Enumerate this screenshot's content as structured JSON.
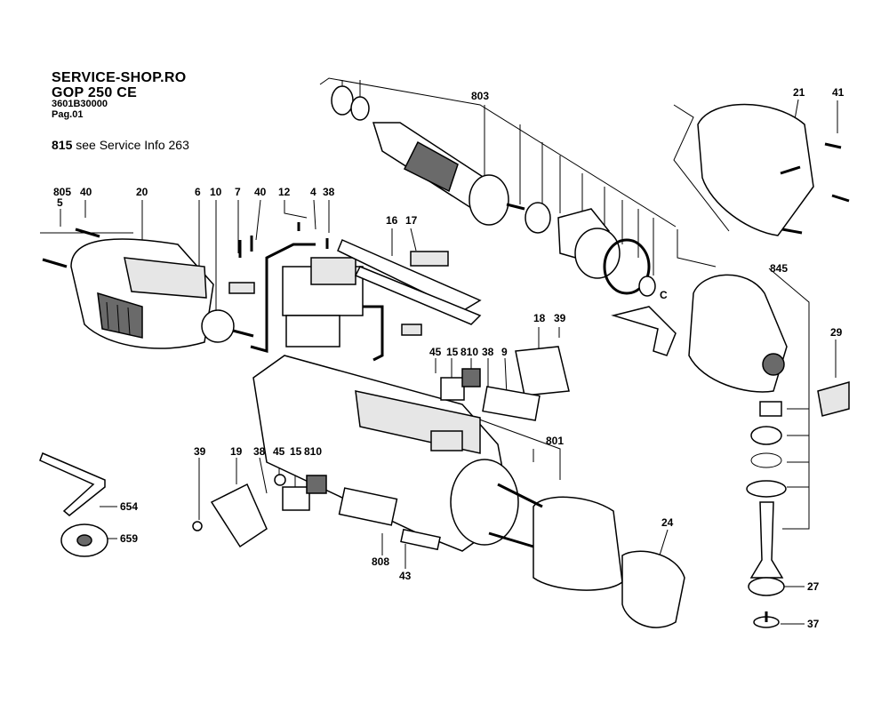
{
  "header": {
    "shop": "SERVICE-SHOP.RO",
    "model": "GOP 250 CE",
    "code": "3601B30000",
    "page": "Pag.01"
  },
  "service_info": {
    "part": "815",
    "text": "see Service Info 263"
  },
  "callouts": {
    "c803": "803",
    "c21": "21",
    "c41": "41",
    "c805": "805",
    "c5": "5",
    "c40a": "40",
    "c20": "20",
    "c6": "6",
    "c10": "10",
    "c7": "7",
    "c40b": "40",
    "c12": "12",
    "c4": "4",
    "c38a": "38",
    "c16": "16",
    "c17": "17",
    "c845": "845",
    "cC": "C",
    "c18": "18",
    "c39a": "39",
    "c29": "29",
    "c45a": "45",
    "c15a": "15",
    "c810a": "810",
    "c38b": "38",
    "c9": "9",
    "c801": "801",
    "c39b": "39",
    "c19": "19",
    "c38c": "38",
    "c45b": "45",
    "c15b": "15",
    "c810b": "810",
    "c654": "654",
    "c659": "659",
    "c808": "808",
    "c43": "43",
    "c24": "24",
    "c27": "27",
    "c37": "37"
  },
  "colors": {
    "line": "#000000",
    "shade": "#6a6a6a",
    "light": "#e6e6e6"
  }
}
